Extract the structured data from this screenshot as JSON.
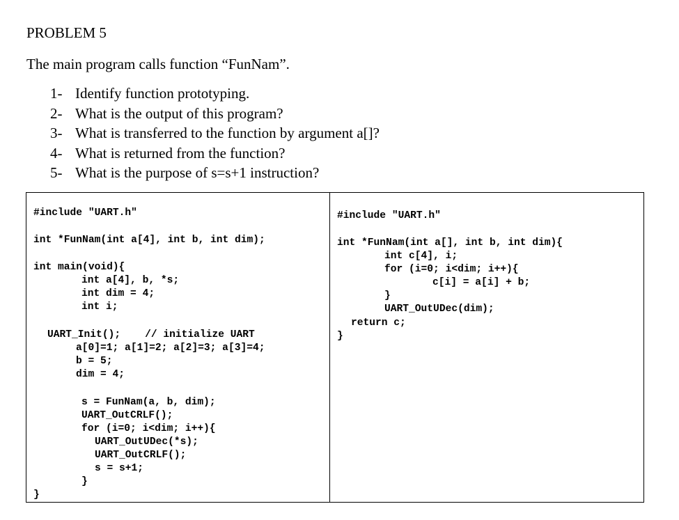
{
  "title": "PROBLEM 5",
  "intro": "The main program calls function “FunNam”.",
  "questions": [
    {
      "num": "1-",
      "text": "Identify function prototyping."
    },
    {
      "num": "2-",
      "text": "What is the output of this program?"
    },
    {
      "num": "3-",
      "text": "What is transferred to the function by argument a[]?"
    },
    {
      "num": "4-",
      "text": "What is returned from the function?"
    },
    {
      "num": "5-",
      "text": "What is the purpose of s=s+1 instruction?"
    }
  ],
  "code_left": [
    "#include \"UART.h\"",
    "int *FunNam(int a[4], int b, int dim);",
    "int main(void){",
    "int a[4], b, *s;",
    "int dim = 4;",
    "int i;",
    "UART_Init();    // initialize UART",
    "a[0]=1; a[1]=2; a[2]=3; a[3]=4;",
    "b = 5;",
    "dim = 4;",
    "s = FunNam(a, b, dim);",
    "UART_OutCRLF();",
    "for (i=0; i<dim; i++){",
    "UART_OutUDec(*s);",
    "UART_OutCRLF();",
    "s = s+1;",
    "}",
    "}"
  ],
  "code_right": [
    "#include \"UART.h\"",
    "int *FunNam(int a[], int b, int dim){",
    "int c[4], i;",
    "for (i=0; i<dim; i++){",
    "c[i] = a[i] + b;",
    "}",
    "UART_OutUDec(dim);",
    "return c;",
    "}"
  ]
}
